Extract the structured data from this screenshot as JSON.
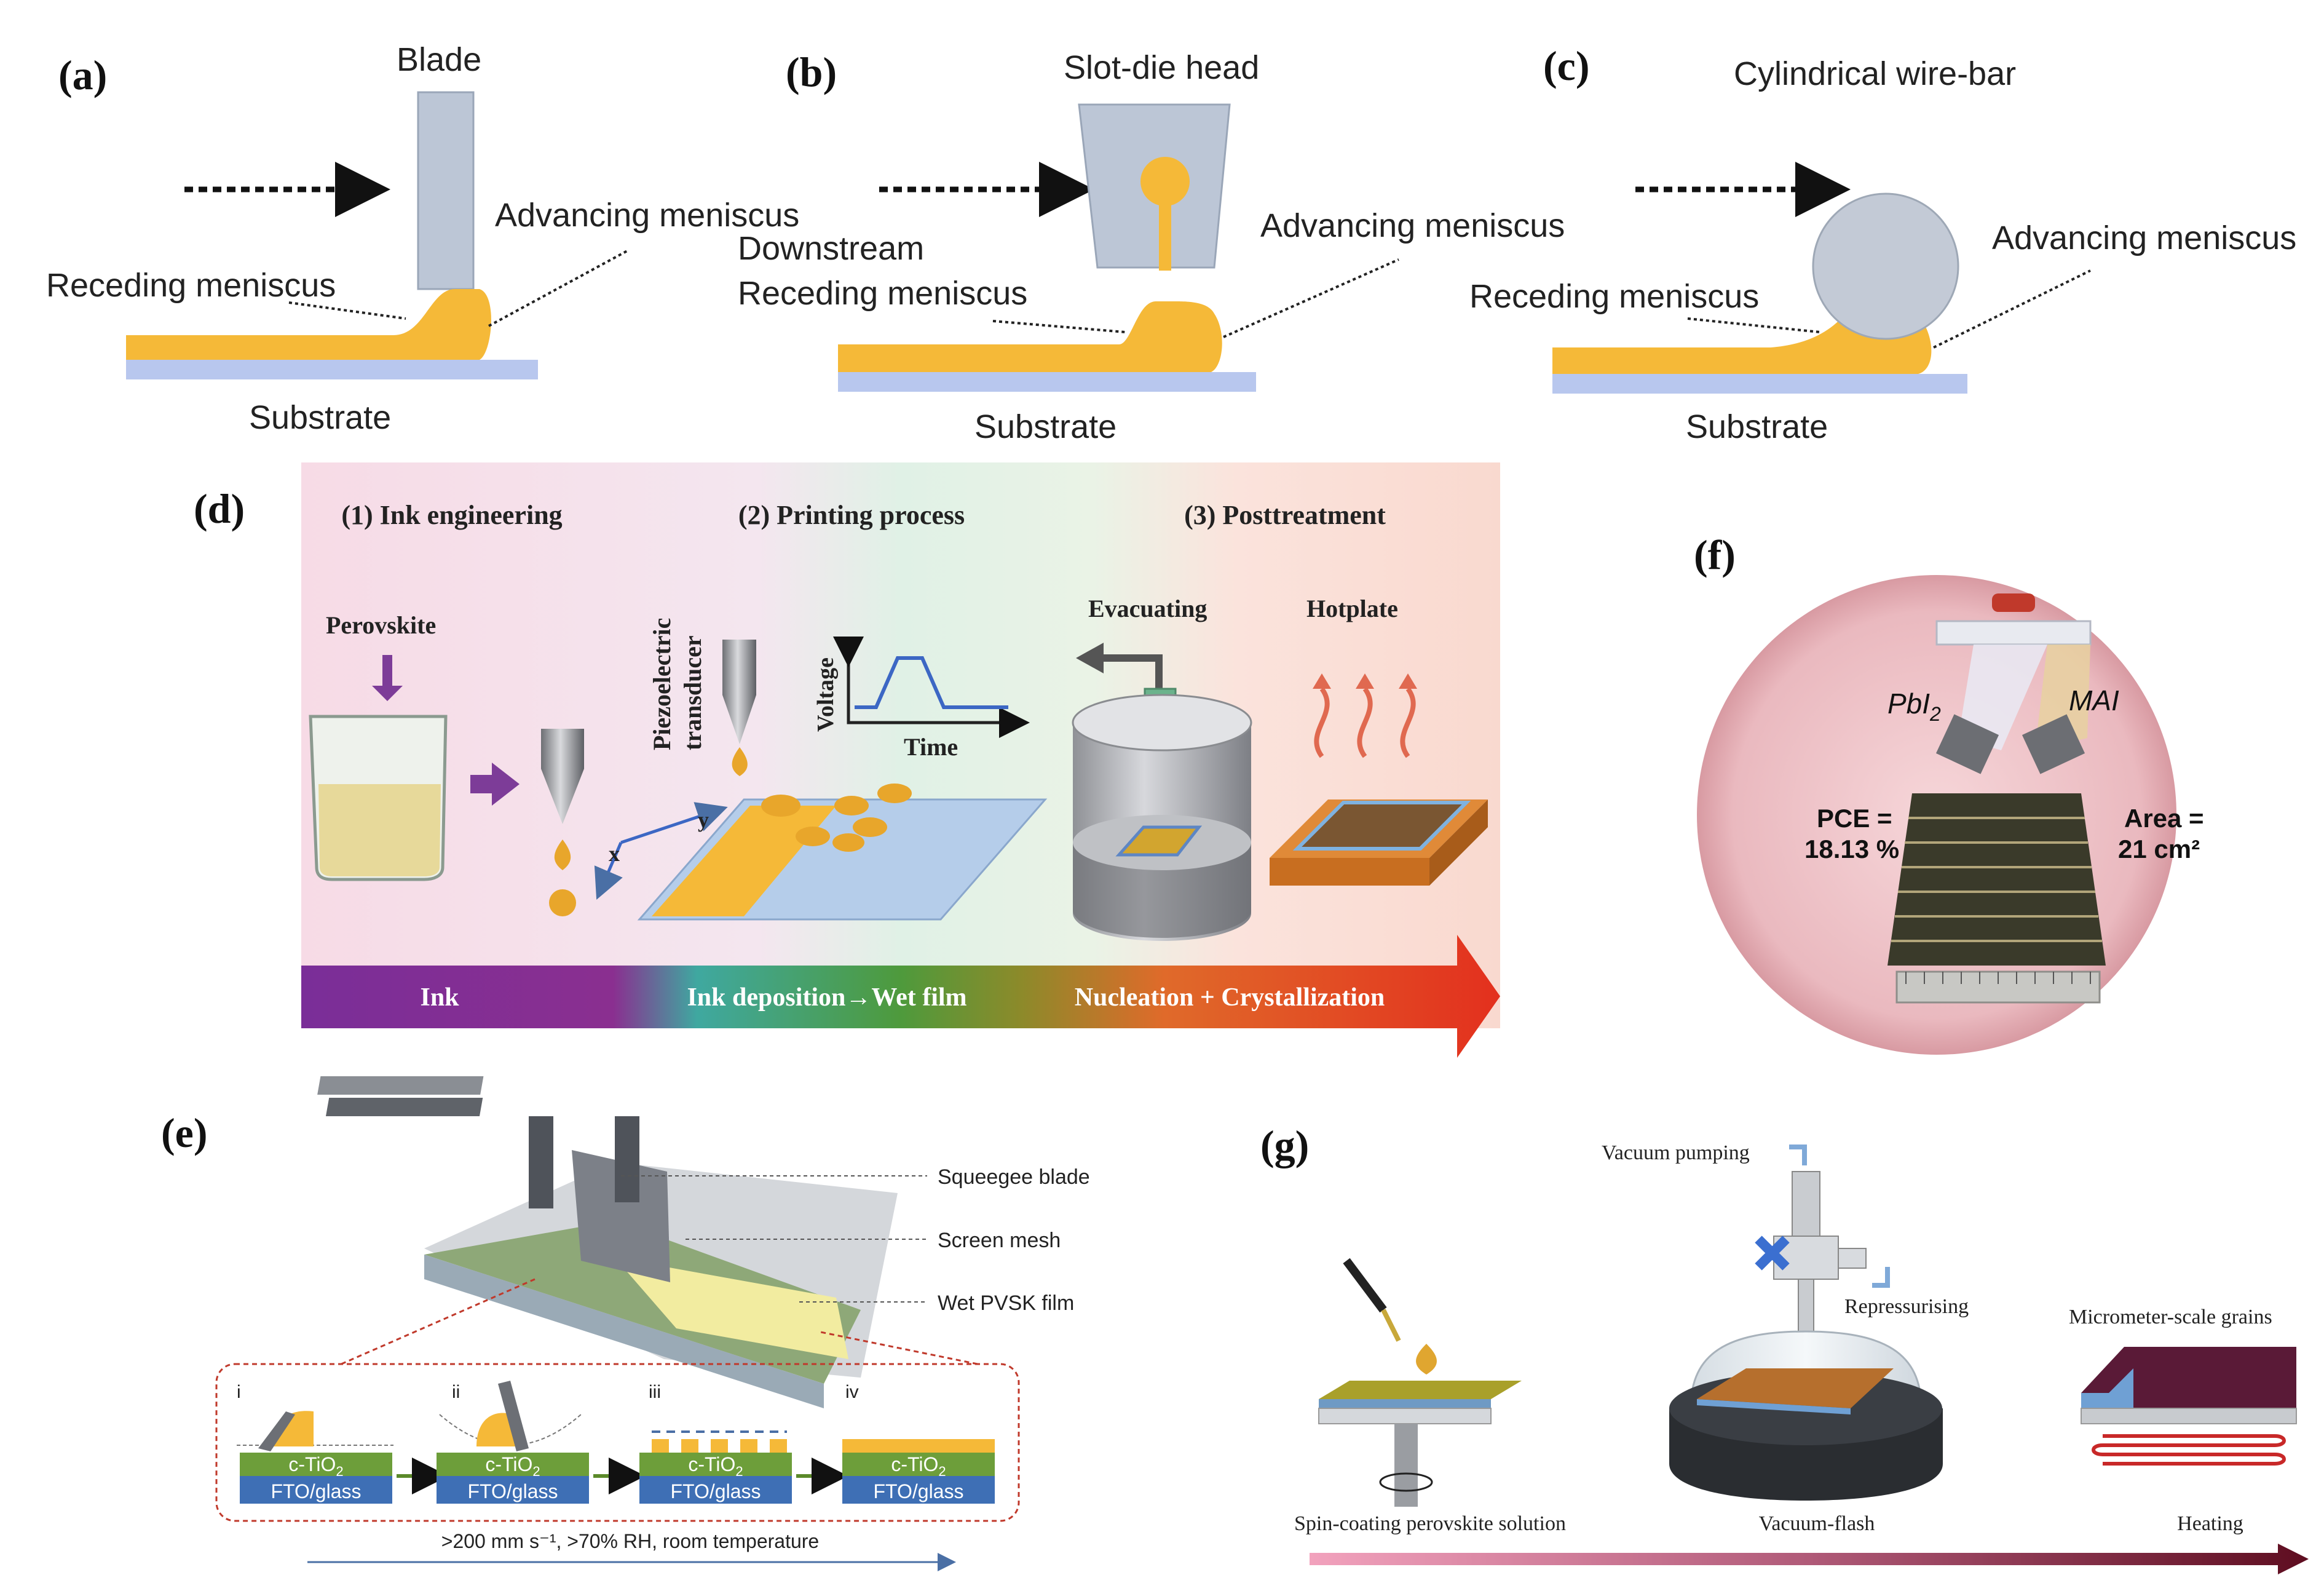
{
  "panels": {
    "a": {
      "label": "(a)",
      "tool": "Blade",
      "advancing": "Advancing meniscus",
      "receding": "Receding meniscus",
      "substrate": "Substrate"
    },
    "b": {
      "label": "(b)",
      "tool": "Slot-die head",
      "advancing": "Advancing meniscus",
      "downstream": "Downstream",
      "receding": "Receding meniscus",
      "substrate": "Substrate"
    },
    "c": {
      "label": "(c)",
      "tool": "Cylindrical wire-bar",
      "advancing": "Advancing meniscus",
      "receding": "Receding meniscus",
      "substrate": "Substrate"
    },
    "d": {
      "label": "(d)",
      "step1": "(1) Ink engineering",
      "step2": "(2) Printing process",
      "step3": "(3) Posttreatment",
      "perovskite": "Perovskite",
      "piezo1": "Piezoelectric",
      "piezo2": "transducer",
      "voltage": "Voltage",
      "time": "Time",
      "axis_x": "x",
      "axis_y": "y",
      "evacuating": "Evacuating",
      "hotplate": "Hotplate",
      "bar1": "Ink",
      "bar2": "Ink deposition→Wet film",
      "bar3": "Nucleation + Crystallization"
    },
    "e": {
      "label": "(e)",
      "squeegee": "Squeegee blade",
      "mesh": "Screen mesh",
      "wet": "Wet PVSK film",
      "steps": [
        "i",
        "ii",
        "iii",
        "iv"
      ],
      "layer_top": "c-TiO",
      "layer_sub": "2",
      "layer_bottom": "FTO/glass",
      "conditions": ">200 mm s⁻¹, >70% RH, room temperature"
    },
    "f": {
      "label": "(f)",
      "pbi": "PbI",
      "pbi_sub": "2",
      "mai": "MAI",
      "pce1": "PCE =",
      "pce2": "18.13 %",
      "area1": "Area =",
      "area2": "21 cm²"
    },
    "g": {
      "label": "(g)",
      "vacuum": "Vacuum pumping",
      "repress": "Repressurising",
      "grains": "Micrometer-scale grains",
      "spin": "Spin-coating perovskite solution",
      "flash": "Vacuum-flash",
      "heating": "Heating"
    }
  }
}
